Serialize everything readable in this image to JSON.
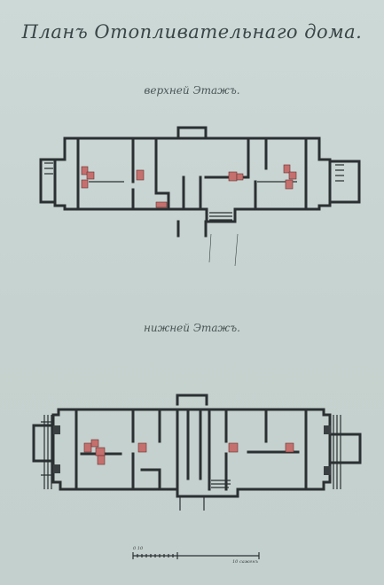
{
  "title": "Планъ Отопливательнаго дома.",
  "floors": [
    {
      "id": "upper",
      "label": "верхней Этажъ."
    },
    {
      "id": "lower",
      "label": "нижней Этажъ."
    }
  ],
  "scale": {
    "left_label": "0 10",
    "right_label": "10 саженъ"
  },
  "colors": {
    "paper": "#c9d5d3",
    "wall": "#2b3032",
    "stove": "#c4706e"
  }
}
